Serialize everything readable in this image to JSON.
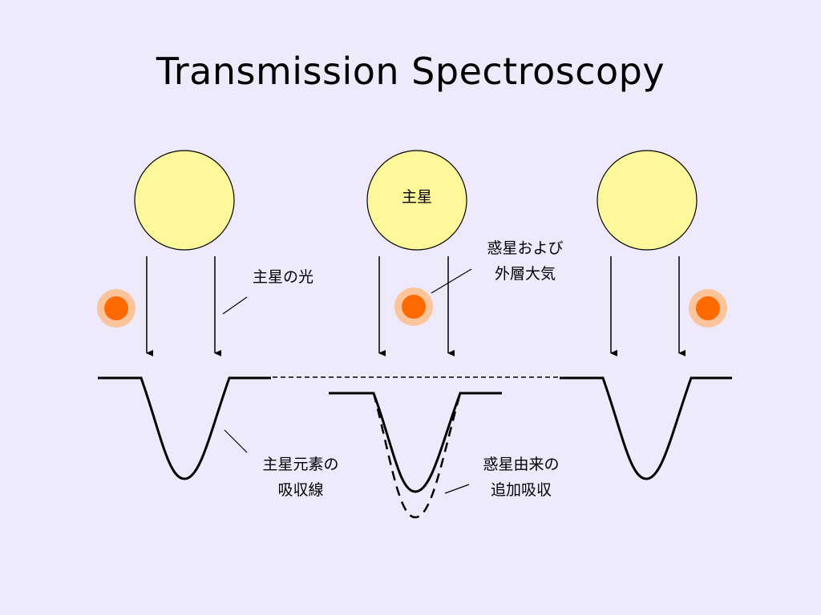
{
  "title": "Transmission Spectroscopy",
  "colors": {
    "background": "#eeeafc",
    "star_fill": "#fdf89c",
    "planet_core": "#ff6a00",
    "planet_atmosphere": "#fcc49a"
  },
  "labels": {
    "star": "主星",
    "starlight": "主星の光",
    "planet_atmosphere": [
      "惑星および",
      "外層大気"
    ],
    "star_absorption": [
      "主星元素の",
      "吸収線"
    ],
    "planet_absorption": [
      "惑星由来の",
      "追加吸収"
    ]
  },
  "panels": [
    {
      "id": "before-transit",
      "planet_atmosphere_absorption": false
    },
    {
      "id": "during-transit",
      "planet_atmosphere_absorption": true
    },
    {
      "id": "after-transit",
      "planet_atmosphere_absorption": false
    }
  ]
}
